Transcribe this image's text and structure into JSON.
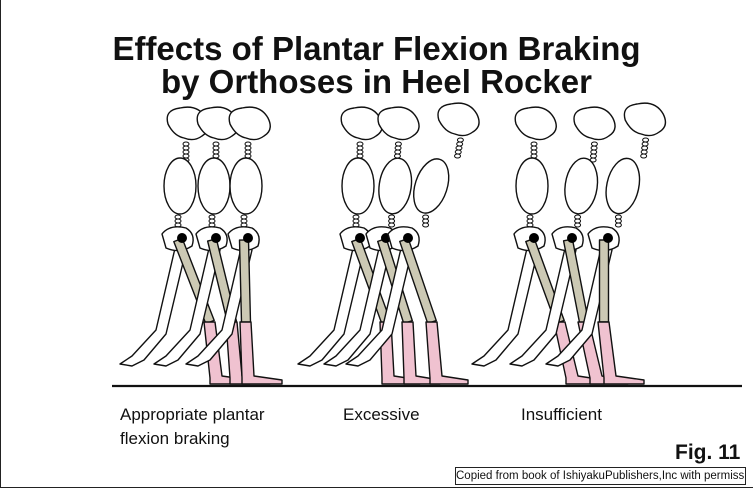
{
  "title": {
    "line1": "Effects of Plantar Flexion Braking",
    "line2": "by Orthoses in Heel Rocker"
  },
  "groups": [
    {
      "id": "appropriate",
      "caption_lines": [
        "Appropriate plantar",
        "flexion braking"
      ]
    },
    {
      "id": "excessive",
      "caption_lines": [
        "Excessive"
      ]
    },
    {
      "id": "insufficient",
      "caption_lines": [
        "Insufficient"
      ]
    }
  ],
  "figure_label": "Fig. 11",
  "credit": "Copied from book of IshiyakuPublishers,Inc with permission",
  "colors": {
    "femur": "#ccc9b4",
    "orthosis": "#f0c2d0",
    "outline": "#111111",
    "ground": "#111111"
  }
}
